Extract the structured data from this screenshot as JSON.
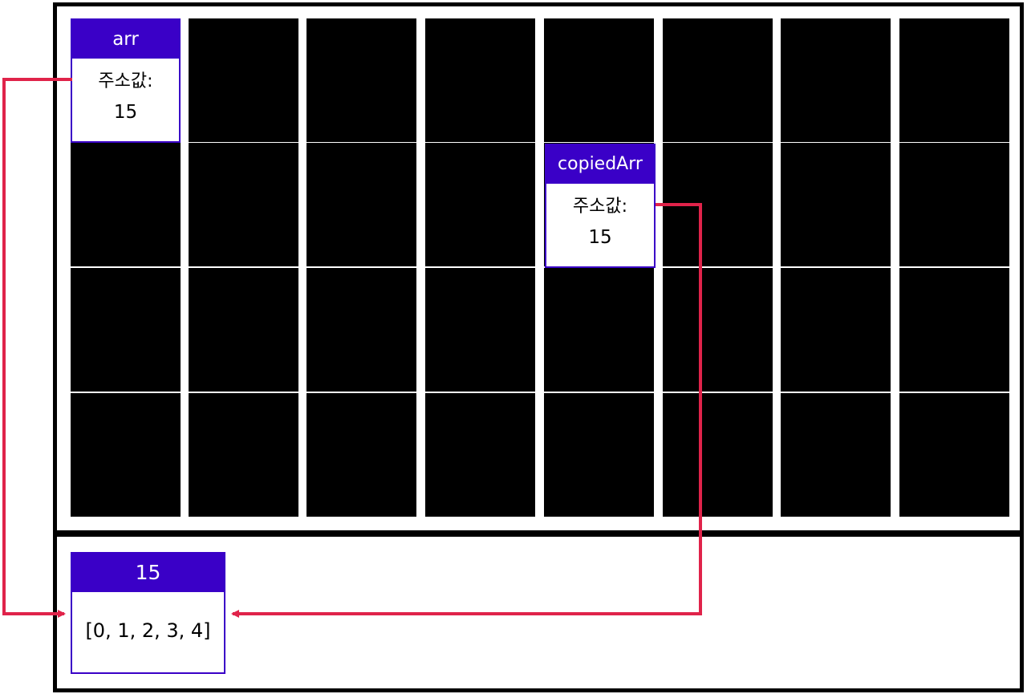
{
  "stack": {
    "rows": 4,
    "cols": 8,
    "variables": [
      {
        "name": "arr",
        "address_label": "주소값:",
        "address_value": "15"
      },
      {
        "name": "copiedArr",
        "address_label": "주소값:",
        "address_value": "15"
      }
    ]
  },
  "heap": {
    "object": {
      "address": "15",
      "content": "[0, 1, 2, 3, 4]"
    }
  },
  "colors": {
    "header": "#3a00c7",
    "arrow": "#e0234a",
    "cell": "#000000",
    "frame": "#000000"
  }
}
